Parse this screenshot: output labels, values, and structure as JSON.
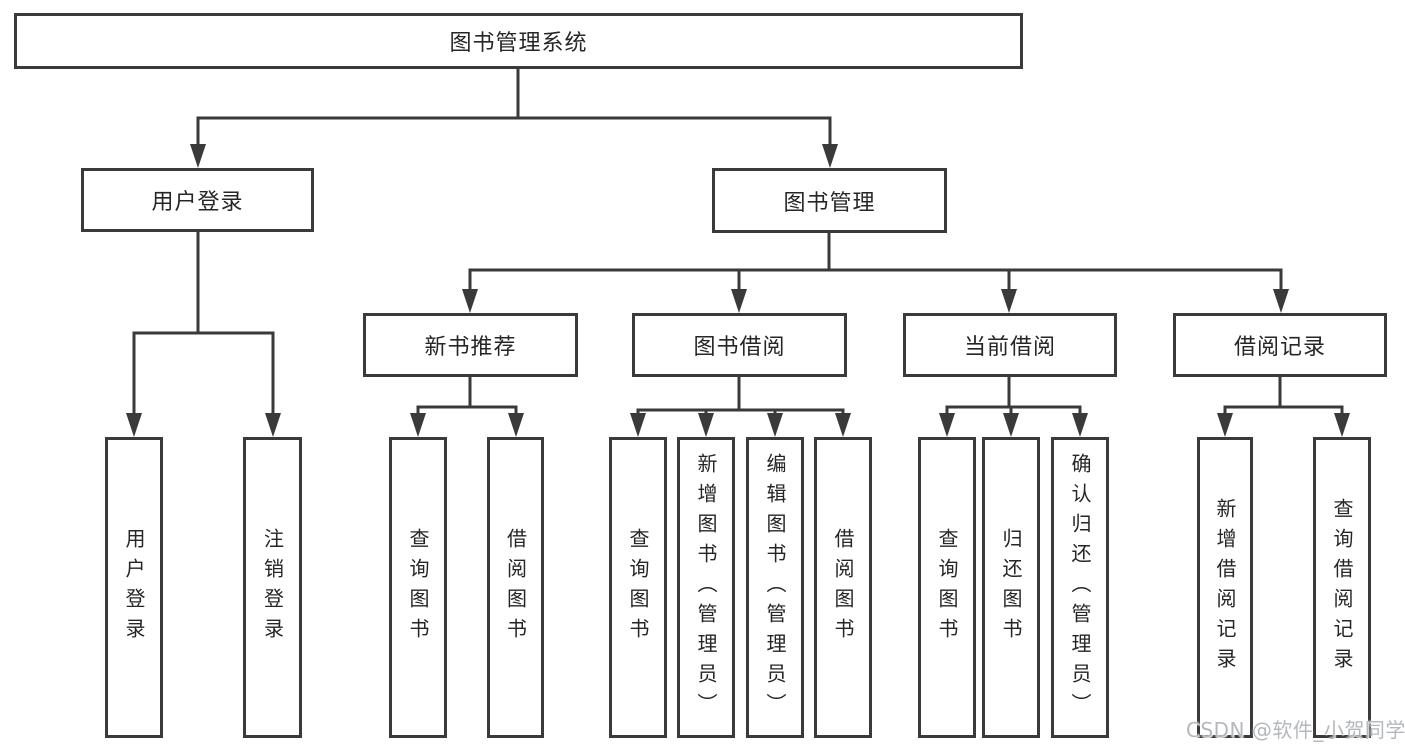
{
  "diagram": {
    "root": {
      "label": "图书管理系统"
    },
    "branches": [
      {
        "label": "用户登录",
        "children": [
          {
            "label": "用户登录"
          },
          {
            "label": "注销登录"
          }
        ]
      },
      {
        "label": "图书管理",
        "children": [
          {
            "label": "新书推荐",
            "children": [
              {
                "label": "查询图书"
              },
              {
                "label": "借阅图书"
              }
            ]
          },
          {
            "label": "图书借阅",
            "children": [
              {
                "label": "查询图书"
              },
              {
                "label": "新增图书（管理员）"
              },
              {
                "label": "编辑图书（管理员）"
              },
              {
                "label": "借阅图书"
              }
            ]
          },
          {
            "label": "当前借阅",
            "children": [
              {
                "label": "查询图书"
              },
              {
                "label": "归还图书"
              },
              {
                "label": "确认归还（管理员）"
              }
            ]
          },
          {
            "label": "借阅记录",
            "children": [
              {
                "label": "新增借阅记录"
              },
              {
                "label": "查询借阅记录"
              }
            ]
          }
        ]
      }
    ]
  },
  "watermark": {
    "text": "CSDN @软件_小贺同学"
  },
  "colors": {
    "line": "#3a3a3a",
    "text": "#262626",
    "watermark": "#b4b8bc",
    "background": "#ffffff"
  }
}
